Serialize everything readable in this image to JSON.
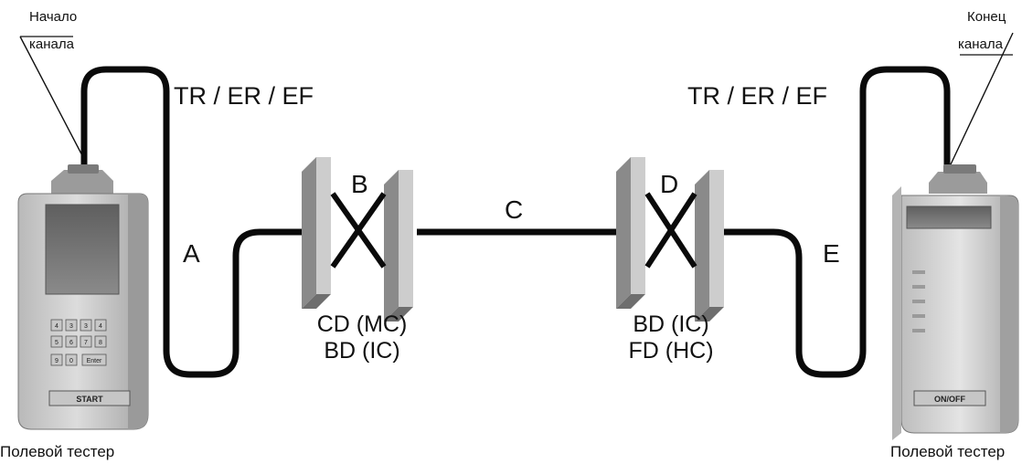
{
  "start_label": {
    "line1": "Начало",
    "line2": "канала"
  },
  "end_label": {
    "line1": "Конец",
    "line2": "канала"
  },
  "link_names_left": "TR / ER / EF",
  "link_names_right": "TR / ER / EF",
  "segments": {
    "a": "A",
    "b": "B",
    "c": "C",
    "d": "D",
    "e": "E"
  },
  "left_panel_labels": {
    "line1": "CD (MC)",
    "line2": "BD (IC)"
  },
  "right_panel_labels": {
    "line1": "BD (IC)",
    "line2": "FD (HC)"
  },
  "left_tester": {
    "caption": "Полевой тестер",
    "keys": [
      "4",
      "3",
      "3",
      "4",
      "5",
      "6",
      "7",
      "8",
      "9",
      "0",
      "Enter"
    ],
    "start_button": "START"
  },
  "right_tester": {
    "caption": "Полевой тестер",
    "onoff_button": "ON/OFF"
  },
  "colors": {
    "cable": "#0a0a0a",
    "device_light": "#d8d8d8",
    "device_dark": "#8e8e8e",
    "screen": "#6f6f6f",
    "panel_face": "#c4c4c4",
    "panel_side": "#8a8a8a"
  }
}
